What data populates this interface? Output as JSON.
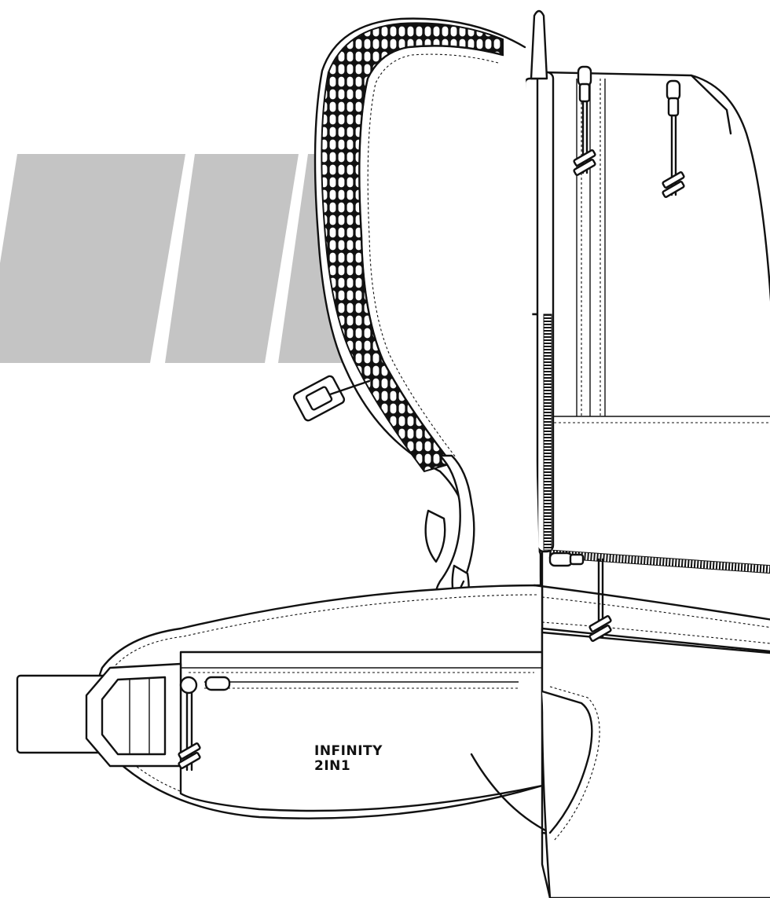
{
  "product": {
    "brand_line1": "INFINITY",
    "brand_line2": "2IN1"
  },
  "colors": {
    "stripe": "#c4c4c4",
    "outline": "#111111",
    "background": "#ffffff"
  },
  "icons": [
    "mesh-shoulder-strap",
    "zipper-pull-icon",
    "strap-buckle-icon"
  ]
}
